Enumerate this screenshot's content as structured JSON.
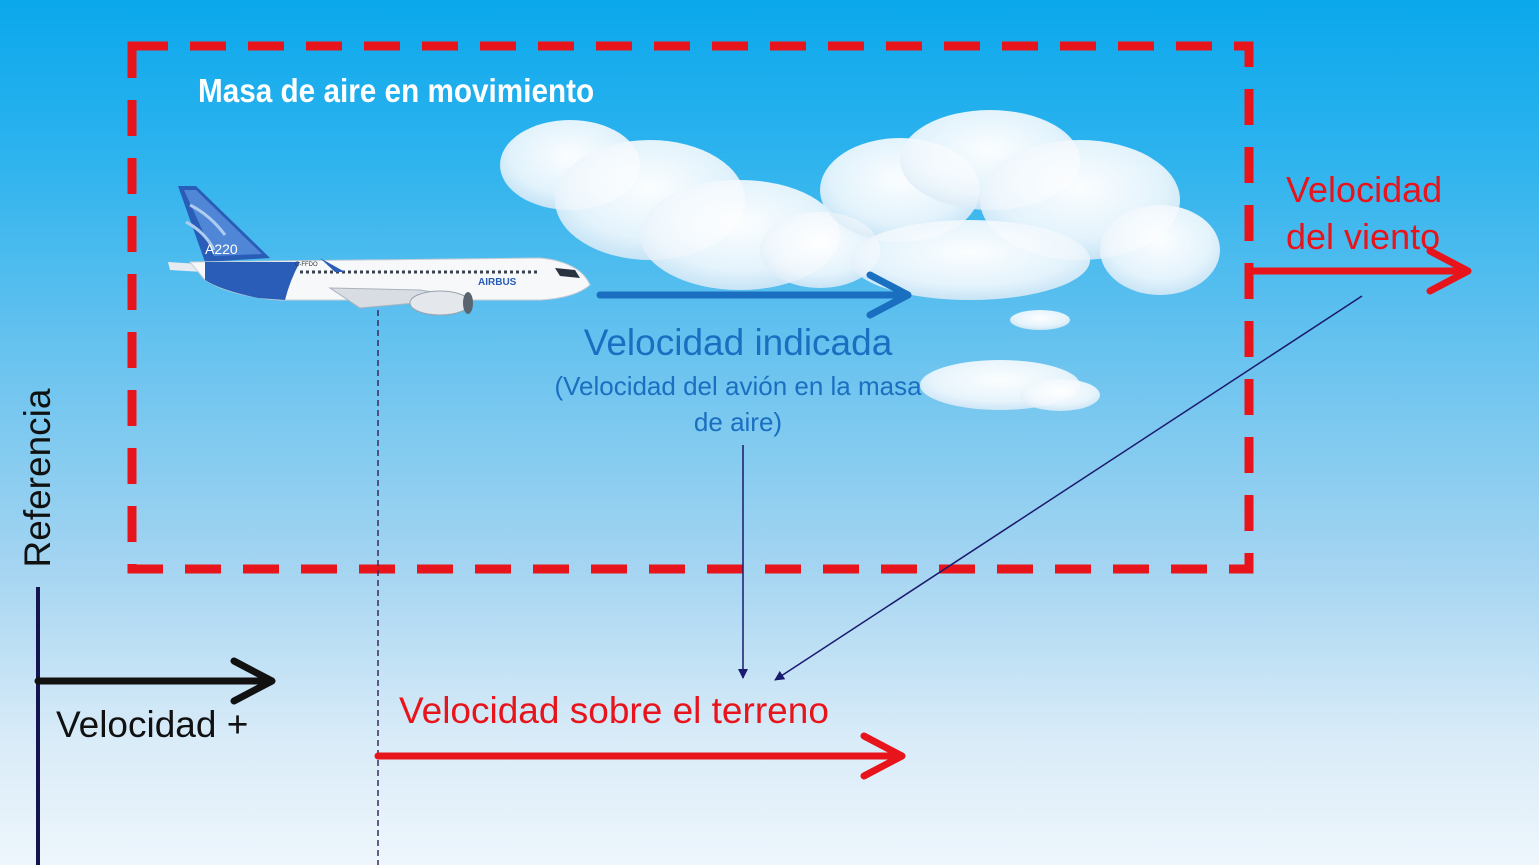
{
  "labels": {
    "air_mass": "Masa de aire en movimiento",
    "wind_speed": "Velocidad del viento",
    "indicated_speed": "Velocidad indicada",
    "indicated_speed_note": "(Velocidad del avión en la masa de aire)",
    "ground_speed": "Velocidad sobre el terreno",
    "positive_speed": "Velocidad +",
    "reference": "Referencia"
  },
  "aircraft": {
    "model_marking": "A220",
    "manufacturer_marking": "AIRBUS",
    "registration_marking": "C-FFDO"
  },
  "colors": {
    "air_mass_border": "#e8141b",
    "wind_arrow": "#e8141b",
    "ground_speed_arrow": "#e8141b",
    "indicated_arrow": "#1a6fc0",
    "reference_arrow": "#111111",
    "connector_lines": "#1a1a6e"
  }
}
